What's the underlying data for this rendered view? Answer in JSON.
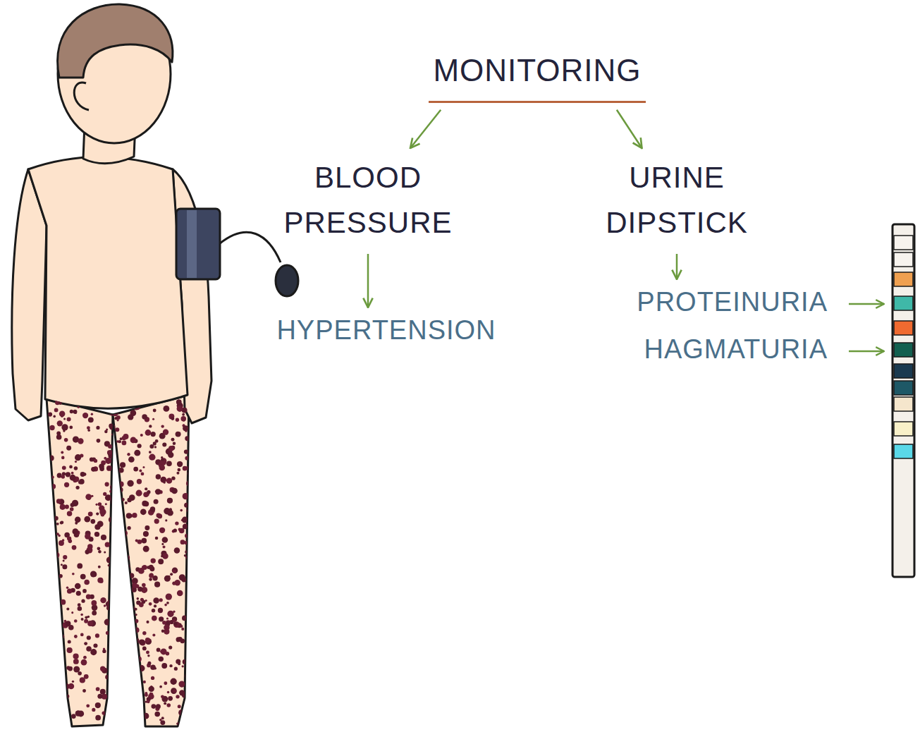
{
  "diagram": {
    "title": "MONITORING",
    "nodes": [
      {
        "text": [
          "MONITORING"
        ]
      },
      {
        "text": [
          "BLOOD PRESSURE"
        ]
      },
      {
        "text": [
          "URINE DIPSTICK"
        ]
      },
      {
        "text": [
          "HYPERTENSION"
        ]
      },
      {
        "text": [
          "PROTEINURIA"
        ]
      },
      {
        "text": [
          "HAGMATURIA"
        ]
      }
    ],
    "edges": [
      {
        "from": 0,
        "to": 1,
        "arrow": "to"
      },
      {
        "from": 0,
        "to": 2,
        "arrow": "to"
      },
      {
        "from": 1,
        "to": 3,
        "arrow": "to"
      },
      {
        "from": 2,
        "to": 4,
        "arrow": "to"
      }
    ]
  }
}
